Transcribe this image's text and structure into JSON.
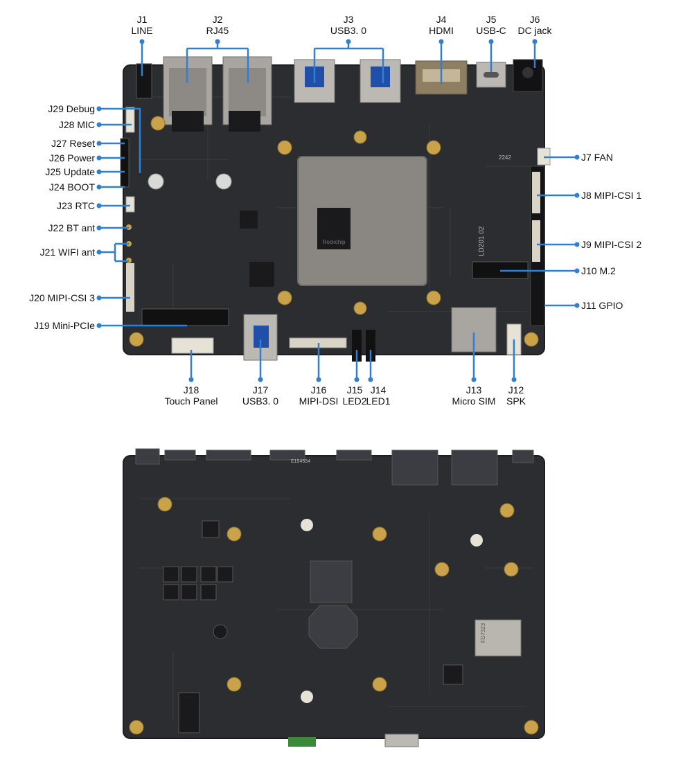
{
  "colors": {
    "pcb": "#2b2d31",
    "pcb_edge": "#1c1d20",
    "callout": "#2f7fd3",
    "metal": "#b9b6b0",
    "gold": "#c9a24a",
    "soc": "#8a8682",
    "chip": "#1a1a1c"
  },
  "top_labels": [
    {
      "id": "J1",
      "name": "LINE"
    },
    {
      "id": "J2",
      "name": "RJ45"
    },
    {
      "id": "J3",
      "name": "USB3. 0"
    },
    {
      "id": "J4",
      "name": "HDMI"
    },
    {
      "id": "J5",
      "name": "USB-C"
    },
    {
      "id": "J6",
      "name": "DC jack"
    }
  ],
  "left_labels": [
    "J29 Debug",
    "J28 MIC",
    "J27 Reset",
    "J26 Power",
    "J25 Update",
    "J24 BOOT",
    "J23 RTC",
    "J22 BT ant",
    "J21 WIFI ant",
    "J20 MIPI-CSI 3",
    "J19 Mini-PCIe"
  ],
  "right_labels": [
    "J7 FAN",
    "J8 MIPI-CSI 1",
    "J9 MIPI-CSI 2",
    "J10 M.2",
    "J11 GPIO"
  ],
  "bottom_labels": [
    {
      "id": "J18",
      "name": "Touch Panel"
    },
    {
      "id": "J17",
      "name": "USB3. 0"
    },
    {
      "id": "J16",
      "name": "MIPI-DSI"
    },
    {
      "id": "J15",
      "name": "LED2"
    },
    {
      "id": "J14",
      "name": "LED1"
    },
    {
      "id": "J13",
      "name": "Micro SIM"
    },
    {
      "id": "J12",
      "name": "SPK"
    }
  ],
  "board_texts": {
    "soc_brand": "Rockchip",
    "board_id": "LD201 02",
    "fan_code": "2242",
    "module_code": "FD7323",
    "cert_text": "E154554"
  }
}
